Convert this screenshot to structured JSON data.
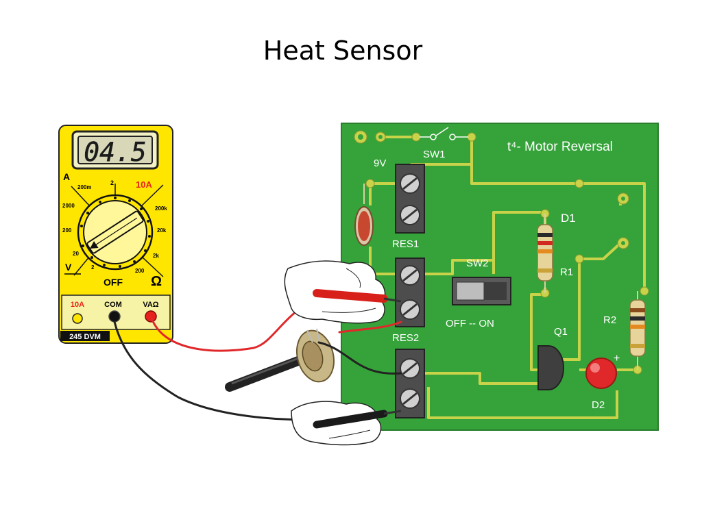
{
  "title": "Heat Sensor",
  "meter": {
    "display": "04.5",
    "brand": "245 DVM",
    "range_labels": {
      "a": "A",
      "a200m": "200m",
      "two_top": "2",
      "ten_a_top": "10A",
      "r2000": "2000",
      "r200k": "200k",
      "r200_left": "200",
      "r20k": "20k",
      "r20": "20",
      "r2k": "2k",
      "v": "V",
      "two_left": "2",
      "r200_ohm": "200",
      "off": "OFF",
      "ohm": "Ω"
    },
    "jacks": {
      "ten_a": "10A",
      "com": "COM",
      "vaohm": "VAΩ"
    },
    "colors": {
      "body": "#ffe600",
      "panel": "#f6f3a6",
      "red_jack": "#e8221a"
    }
  },
  "board": {
    "title": "t⁴- Motor Reversal",
    "labels": {
      "nine_v": "9V",
      "sw1": "SW1",
      "res1": "RES1",
      "sw2": "SW2",
      "off_on": "OFF -- ON",
      "res2": "RES2",
      "d1": "D1",
      "r1": "R1",
      "q1": "Q1",
      "r2": "R2",
      "d2": "D2",
      "plus": "+"
    },
    "colors": {
      "board": "#35a33a",
      "trace": "#c9d34a",
      "led": "#e0282a"
    }
  }
}
